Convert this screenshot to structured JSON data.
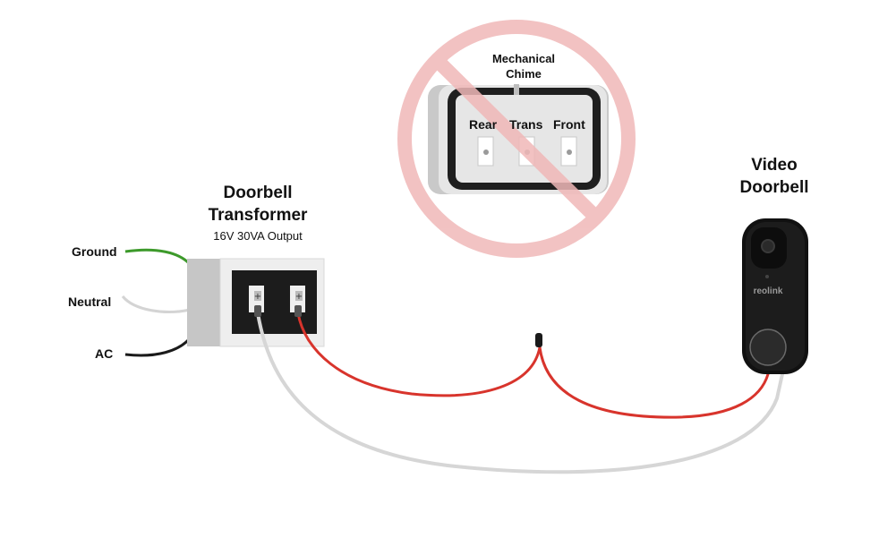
{
  "transformer": {
    "title_line1": "Doorbell",
    "title_line2": "Transformer",
    "output": "16V 30VA Output"
  },
  "wires": {
    "ground": "Ground",
    "neutral": "Neutral",
    "ac": "AC"
  },
  "chime": {
    "title_line1": "Mechanical",
    "title_line2": "Chime",
    "terminals": [
      "Rear",
      "Trans",
      "Front"
    ]
  },
  "doorbell": {
    "title_line1": "Video",
    "title_line2": "Doorbell",
    "brand": "reolink"
  },
  "colors": {
    "ground_wire": "#3d9a2b",
    "neutral_wire": "#d4d4d4",
    "ac_wire": "#1a1a1a",
    "red_wire": "#d8342c",
    "white_wire": "#d6d6d6",
    "prohibited": "#f2c2c2"
  }
}
